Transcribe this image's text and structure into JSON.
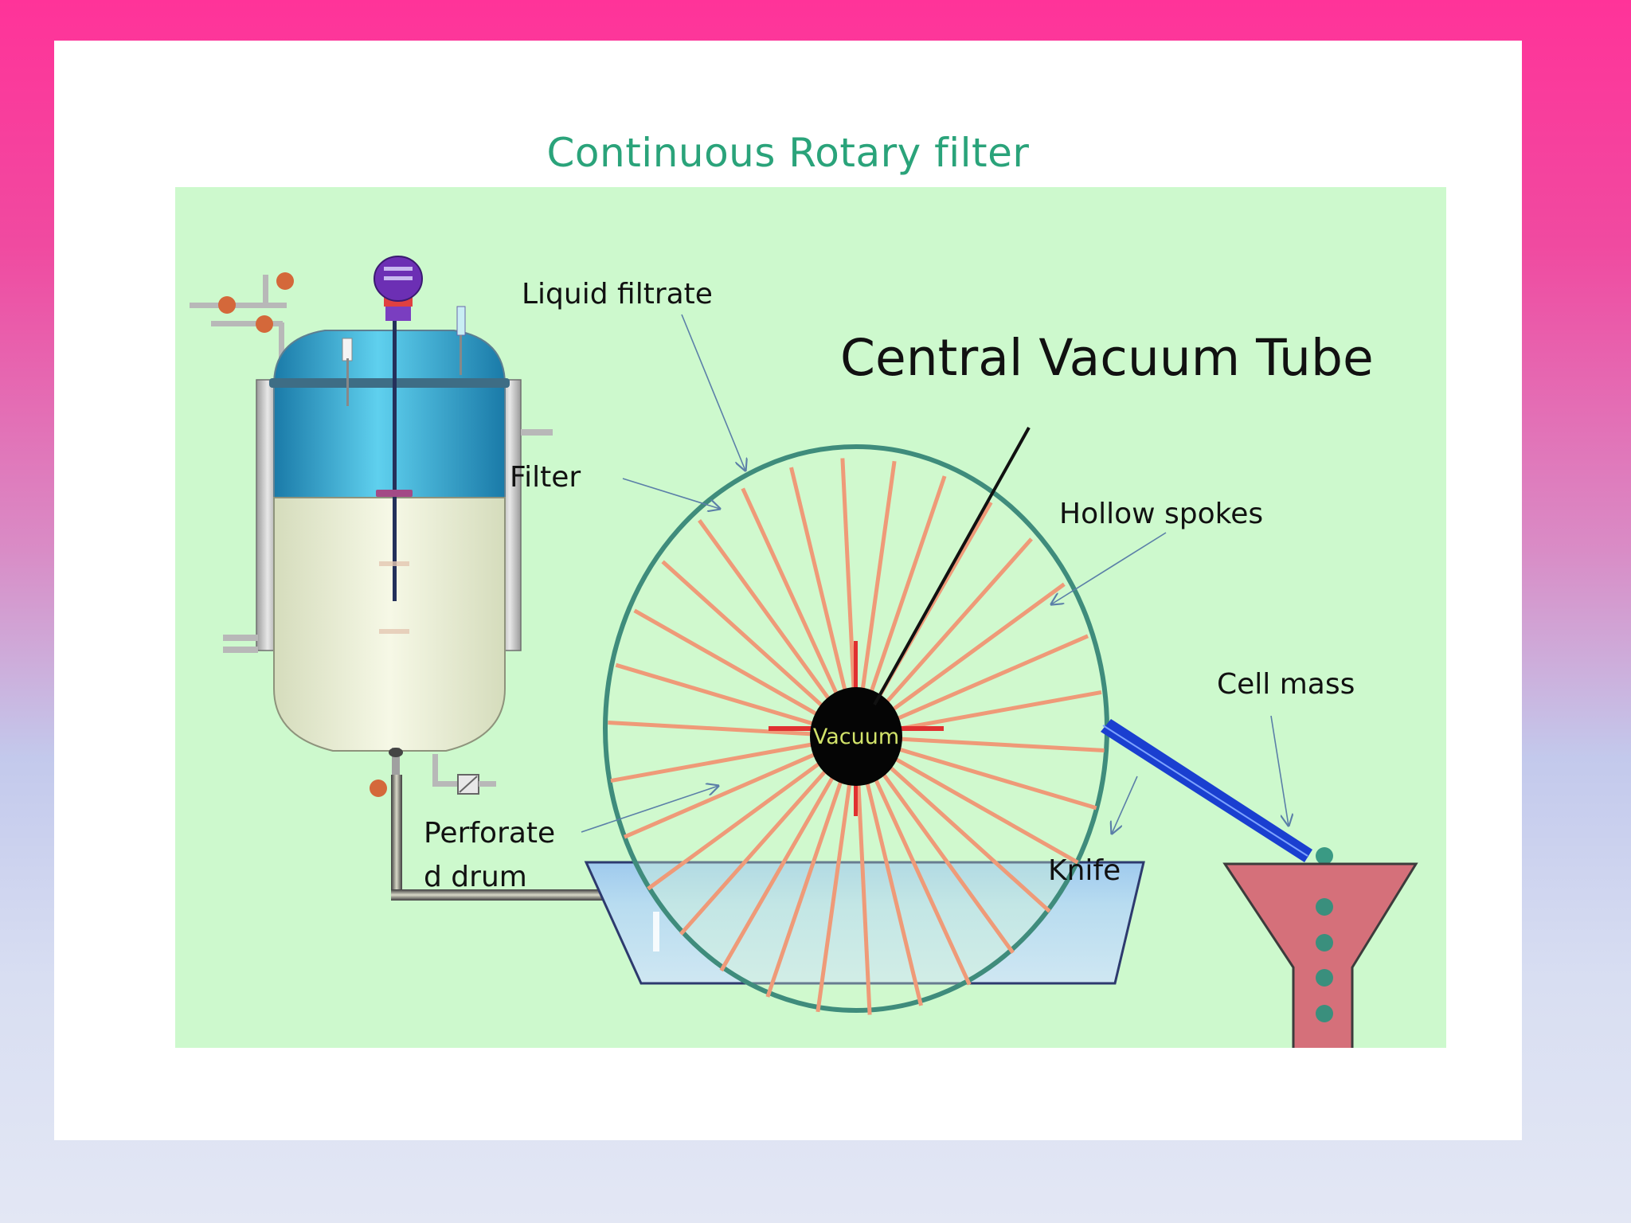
{
  "slide": {
    "title": "Continuous Rotary filter"
  },
  "diagram": {
    "labels": {
      "liquid_filtrate": "Liquid filtrate",
      "central_vacuum_tube": "Central Vacuum Tube",
      "filter": "Filter",
      "hollow_spokes": "Hollow spokes",
      "cell_mass": "Cell mass",
      "vacuum": "Vacuum",
      "perforated_drum_line1": "Perforate",
      "perforated_drum_line2": "d drum",
      "knife": "Knife"
    }
  },
  "colors": {
    "diagram_background": "#cdf9cd",
    "title": "#2aa37a",
    "spokes": "#ef9a78",
    "drum_rim": "#3f8c7c",
    "knife_blade": "#1a3fd0",
    "hopper": "#d5707a",
    "trough_water": "#a9cfee",
    "fermenter_top": "#2e9fc7",
    "fermenter_liquid": "#eef2d9"
  }
}
